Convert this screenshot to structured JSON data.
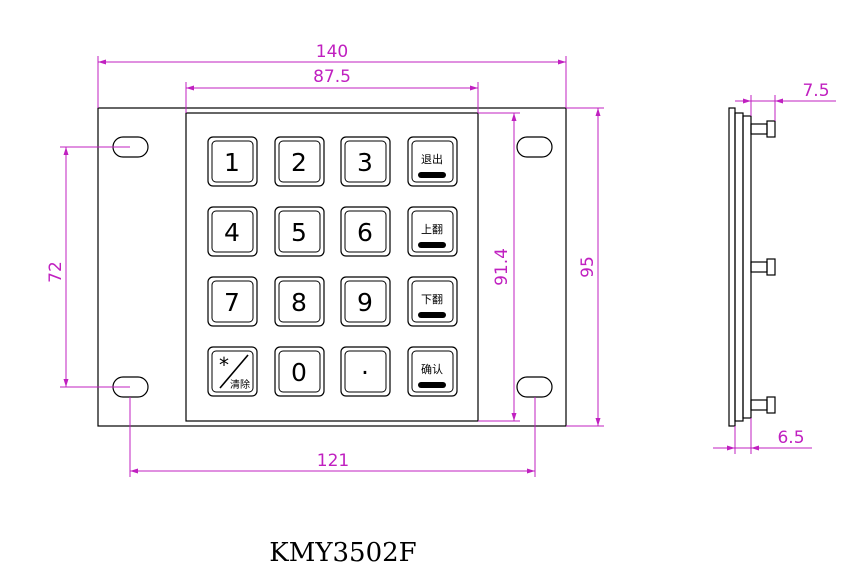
{
  "dimensions": {
    "overall_width": "140",
    "keypad_width": "87.5",
    "hole_spacing_vertical": "72",
    "keypad_height": "91.4",
    "overall_height": "95",
    "hole_spacing_horizontal": "121",
    "side_top": "7.5",
    "side_bottom": "6.5"
  },
  "keys": [
    {
      "label": "1",
      "type": "digit"
    },
    {
      "label": "2",
      "type": "digit"
    },
    {
      "label": "3",
      "type": "digit"
    },
    {
      "label": "退出",
      "type": "function"
    },
    {
      "label": "4",
      "type": "digit"
    },
    {
      "label": "5",
      "type": "digit"
    },
    {
      "label": "6",
      "type": "digit"
    },
    {
      "label": "上翻",
      "type": "function"
    },
    {
      "label": "7",
      "type": "digit"
    },
    {
      "label": "8",
      "type": "digit"
    },
    {
      "label": "9",
      "type": "digit"
    },
    {
      "label": "下翻",
      "type": "function"
    },
    {
      "label": "*",
      "sublabel": "清除",
      "type": "clear"
    },
    {
      "label": "0",
      "type": "digit"
    },
    {
      "label": "·",
      "type": "digit"
    },
    {
      "label": "确认",
      "type": "function"
    }
  ],
  "model": "KMY3502F",
  "colors": {
    "dimension_line": "#c020c0",
    "outline": "#000000"
  }
}
